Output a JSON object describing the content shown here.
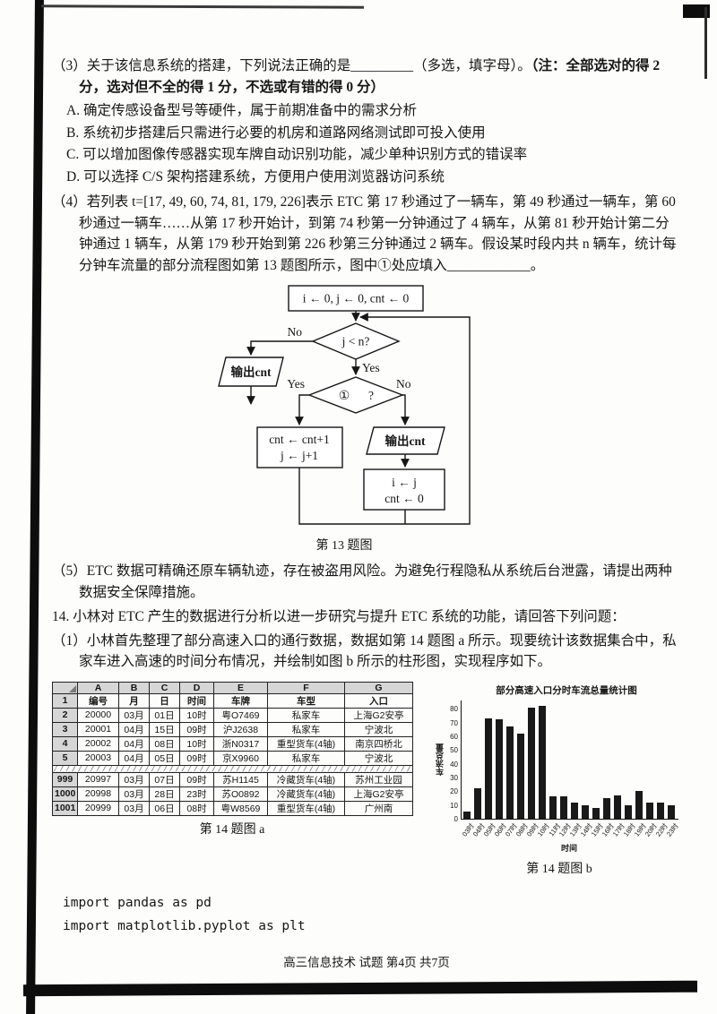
{
  "page": {
    "footer": "高三信息技术 试题 第4页 共7页"
  },
  "q3": {
    "stem_main": "（3）关于该信息系统的搭建，下列说法正确的是_________（多选，填字母）。",
    "note": "（注：全部选对的得 2 分，选对但不全的得 1 分，不选或有错的得 0 分）",
    "options": [
      "A. 确定传感设备型号等硬件，属于前期准备中的需求分析",
      "B. 系统初步搭建后只需进行必要的机房和道路网络测试即可投入使用",
      "C. 可以增加图像传感器实现车牌自动识别功能，减少单种识别方式的错误率",
      "D. 可以选择 C/S 架构搭建系统，方便用户使用浏览器访问系统"
    ]
  },
  "q4": {
    "stem": "（4）若列表 t=[17, 49, 60, 74, 81, 179, 226]表示 ETC 第 17 秒通过了一辆车，第 49 秒通过一辆车，第 60 秒通过一辆车……从第 17 秒开始计，到第 74 秒第一分钟通过了 4 辆车，从第 81 秒开始计第二分钟通过 1 辆车，从第 179 秒开始到第 226 秒第三分钟通过 2 辆车。假设某时段内共 n 辆车，统计每分钟车流量的部分流程图如第 13 题图所示，图中①处应填入____________。"
  },
  "flowchart": {
    "init": "i ← 0, j ← 0, cnt ← 0",
    "cond1": "j < n?",
    "no1": "No",
    "yes1": "Yes",
    "out_left": "输出cnt",
    "cond2_circle": "①",
    "cond2_mark": "?",
    "yes2": "Yes",
    "no2": "No",
    "inc_line1": "cnt ← cnt+1",
    "inc_line2": "j ← j+1",
    "out_right": "输出cnt",
    "reset_line1": "i ← j",
    "reset_line2": "cnt ← 0",
    "caption": "第 13 题图"
  },
  "q5": {
    "stem": "（5）ETC 数据可精确还原车辆轨迹，存在被盗用风险。为避免行程隐私从系统后台泄露，请提出两种数据安全保障措施。"
  },
  "q14": {
    "stem": "14. 小林对 ETC 产生的数据进行分析以进一步研究与提升 ETC 系统的功能，请回答下列问题：",
    "part1": "（1）小林首先整理了部分高速入口的通行数据，数据如第 14 题图 a 所示。现要统计该数据集合中，私家车进入高速的时间分布情况，并绘制如图 b 所示的柱形图，实现程序如下。"
  },
  "figure_a": {
    "caption": "第 14 题图 a",
    "col_letters": [
      "A",
      "B",
      "C",
      "D",
      "E",
      "F",
      "G"
    ],
    "header_row_num": "1",
    "header": [
      "编号",
      "月",
      "日",
      "时间",
      "车牌",
      "车型",
      "入口"
    ],
    "break_after": 3,
    "rows": [
      {
        "num": "2",
        "cells": [
          "20000",
          "03月",
          "01日",
          "10时",
          "粤O7469",
          "私家车",
          "上海G2安亭"
        ]
      },
      {
        "num": "3",
        "cells": [
          "20001",
          "04月",
          "15日",
          "09时",
          "沪J2638",
          "私家车",
          "宁波北"
        ]
      },
      {
        "num": "4",
        "cells": [
          "20002",
          "04月",
          "08日",
          "10时",
          "浙N0317",
          "重型货车(4轴)",
          "南京四桥北"
        ]
      },
      {
        "num": "5",
        "cells": [
          "20003",
          "04月",
          "05日",
          "09时",
          "京X9960",
          "私家车",
          "宁波北"
        ]
      },
      {
        "num": "999",
        "cells": [
          "20997",
          "03月",
          "07日",
          "09时",
          "苏H1145",
          "冷藏货车(4轴)",
          "苏州工业园"
        ]
      },
      {
        "num": "1000",
        "cells": [
          "20998",
          "03月",
          "28日",
          "23时",
          "苏O0892",
          "冷藏货车(4轴)",
          "上海G2安亭"
        ]
      },
      {
        "num": "1001",
        "cells": [
          "20999",
          "03月",
          "06日",
          "08时",
          "粤W8569",
          "重型货车(4轴)",
          "广州南"
        ]
      }
    ]
  },
  "chart_data": {
    "type": "bar",
    "title": "部分高速入口分时车流总量统计图",
    "xlabel": "时间",
    "ylabel": "车流总量",
    "ylim": [
      0,
      80
    ],
    "yticks": [
      0,
      10,
      20,
      30,
      40,
      50,
      60,
      70,
      80
    ],
    "categories": [
      "03时",
      "04时",
      "05时",
      "06时",
      "07时",
      "08时",
      "09时",
      "10时",
      "11时",
      "12时",
      "13时",
      "14时",
      "15时",
      "16时",
      "17时",
      "18时",
      "19时",
      "20时",
      "22时",
      "23时"
    ],
    "values": [
      5,
      22,
      73,
      72,
      67,
      62,
      81,
      82,
      16,
      16,
      12,
      10,
      8,
      15,
      17,
      10,
      20,
      12,
      12,
      10
    ],
    "legend": null,
    "grid": false
  },
  "figure_b": {
    "caption": "第 14 题图 b"
  },
  "code": {
    "line1": "import pandas as pd",
    "line2": "import matplotlib.pyplot as plt"
  }
}
